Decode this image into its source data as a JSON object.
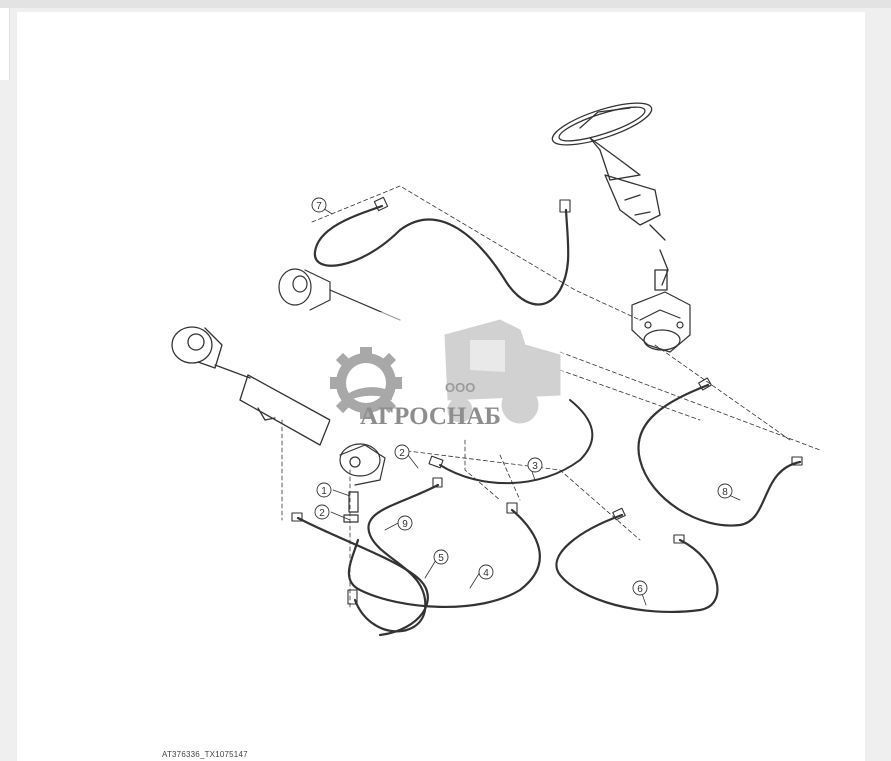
{
  "figure": {
    "caption": "AT376336_TX1075147",
    "callouts": [
      "1",
      "2",
      "2",
      "3",
      "4",
      "5",
      "6",
      "7",
      "8",
      "9"
    ]
  },
  "watermark": {
    "prefix": "ООО",
    "name": "АГРОСНАБ"
  },
  "colors": {
    "line": "#333333",
    "watermark": "#8a8a8a",
    "background": "#efefef"
  }
}
